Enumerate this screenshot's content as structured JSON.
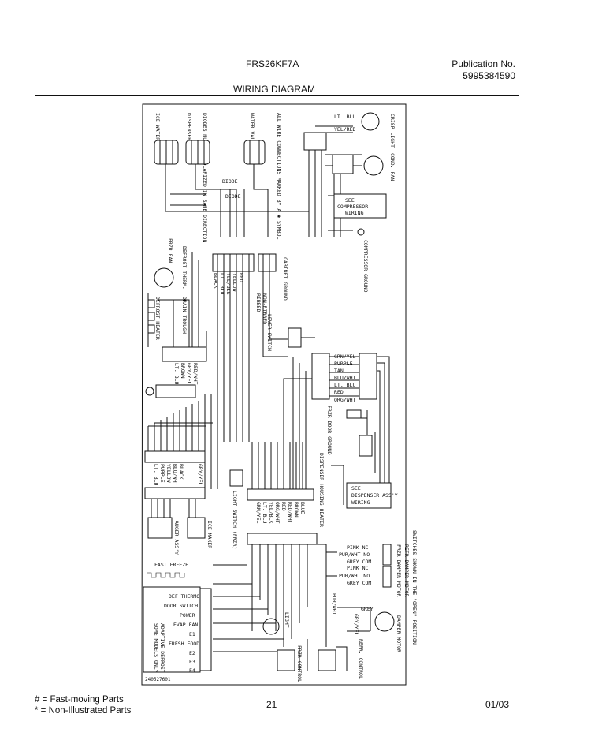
{
  "header": {
    "model": "FRS26KF7A",
    "publication_label": "Publication No.",
    "publication_number": "5995384590",
    "title": "WIRING DIAGRAM"
  },
  "diagram": {
    "top_notes": [
      "ICE WATER VALVE",
      "DISPENSER VALVE",
      "DIODES MUST BE POLARIZED IN SAME DIRECTION",
      "WATER VALVE",
      "ALL WIRE CONNECTIONS MARKED BY A ✱ SYMBOL"
    ],
    "diode_labels": [
      "DIODE",
      "DIODE"
    ],
    "crisp_light": "CRISP LIGHT",
    "cond_fan": "COND. FAN",
    "see_compressor": [
      "SEE",
      "COMPRESSOR",
      "WIRING"
    ],
    "compressor_ground": "COMPRESSOR GROUND",
    "cabinet_ground": "CABINET GROUND",
    "ribbed_nonribbed": [
      "RIBBED",
      "NON-RIBBED"
    ],
    "wire_colors_top": [
      "LT. BLU",
      "YEL/RED"
    ],
    "wire_colors_mid": [
      "BLACK",
      "LT. BLU",
      "YEL/BLK",
      "YELLOW",
      "RED"
    ],
    "defrost_therm": "DEFROST THERM.",
    "frzr_fan": "FRZR FAN",
    "defrost_heater": "DEFROST HEATER",
    "drain_trough": "DRAIN TROUGH",
    "lever_switch": "LEVER SWITCH",
    "left_block_colors": [
      "LT. BLU",
      "BROWN",
      "GRY/YEL",
      "RED/WHT"
    ],
    "right_block_colors": [
      "GRN/YEL",
      "PURPLE",
      "TAN",
      "BLU/WHT",
      "LT. BLU",
      "RED",
      "ORG/WHT"
    ],
    "frzr_door_ground": "FRZR DOOR GROUND",
    "dispenser_housing_heater": "DISPENSER HOUSING HEATER",
    "see_dispenser": [
      "SEE",
      "DISPENSER ASS'Y",
      "WIRING"
    ],
    "lower_left_colors": [
      "LT. BLU",
      "PURPLE",
      "YELLOW",
      "BLU/WHT",
      "BLACK",
      "GRY/YEL"
    ],
    "light_switch": "LIGHT SWITCH (FRZR)",
    "auger_assy": "AUGER ASS'Y",
    "ice_maker": "ICE MAKER",
    "lower_mid_colors": [
      "GRN/YEL",
      "LT. BLU",
      "YEL/BLK",
      "ORG/WHT",
      "RED",
      "RED/WHT",
      "BROWN",
      "BLUE"
    ],
    "fast_freeze": "FAST FREEZE",
    "control_inputs": [
      "DEF THERMO",
      "DOOR SWITCH",
      "POWER",
      "EVAP FAN",
      "E1",
      "FRESH FOOD",
      "E2",
      "E3",
      "E4"
    ],
    "adaptive_defrost": [
      "ADAPTIVE DEFROST",
      "SOME MODELS ONLY"
    ],
    "frzr_damper_colors": [
      "PINK NC",
      "PUR/WHT NO",
      "GREY COM"
    ],
    "refr_damper_colors": [
      "PINK NC",
      "PUR/WHT NO",
      "GREY COM"
    ],
    "switches_note": "SWITCHES SHOWN IN THE \"OPEN\" POSITION",
    "frzr_damper": "FRZR DAMPER MOTOR",
    "refr_damper": "REFR DAMPER MOTOR",
    "damper_motor": "DAMPER MOTOR",
    "light": "LIGHT",
    "pur_wht": "PUR/WHT",
    "grey": "GREY",
    "gry_yel": "GRY/YEL",
    "frzr_control": "FRZR CONTROL",
    "refr_control": "REFR. CONTROL",
    "part_number": "240527601"
  },
  "footer": {
    "legend": [
      "# = Fast-moving Parts",
      "* = Non-Illustrated Parts"
    ],
    "page_number": "21",
    "date": "01/03"
  }
}
